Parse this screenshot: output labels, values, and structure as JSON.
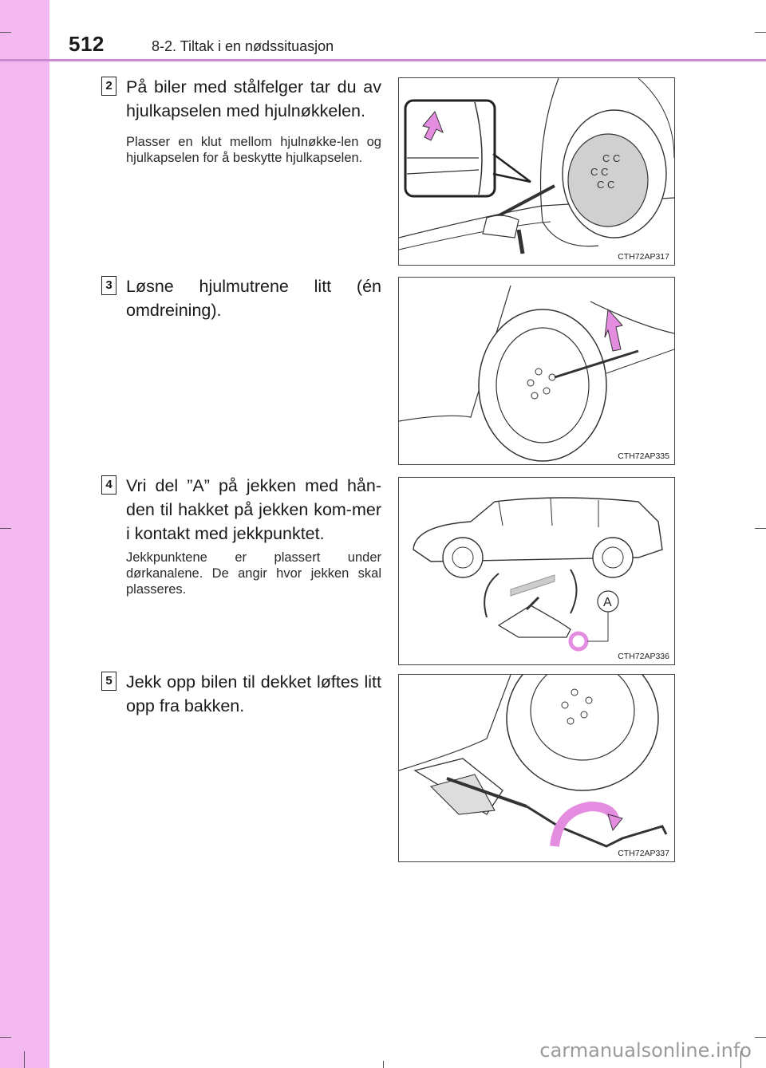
{
  "header": {
    "page_number": "512",
    "section_title": "8-2. Tiltak i en nødssituasjon"
  },
  "steps": [
    {
      "number": "2",
      "text": "På biler med stålfelger tar du av hjulkapselen med hjulnøkkelen.",
      "note": "Plasser en klut mellom hjulnøkke-len og hjulkapselen for å beskytte hjulkapselen.",
      "figure_code": "CTH72AP317"
    },
    {
      "number": "3",
      "text": "Løsne hjulmutrene litt (én omdreining).",
      "figure_code": "CTH72AP335"
    },
    {
      "number": "4",
      "text": "Vri del ”A” på jekken med hån-den til hakket på jekken kom-mer i kontakt med jekkpunktet.",
      "note": "Jekkpunktene er plassert under dørkanalene. De angir hvor jekken skal plasseres.",
      "figure_code": "CTH72AP336",
      "callout": "A"
    },
    {
      "number": "5",
      "text": "Jekk opp bilen til dekket løftes litt opp fra bakken.",
      "figure_code": "CTH72AP337"
    }
  ],
  "watermark": "carmanualsonline.info",
  "colors": {
    "band": "#f3b8f0",
    "rule": "#c98ad0",
    "arrow": "#e48de0"
  }
}
